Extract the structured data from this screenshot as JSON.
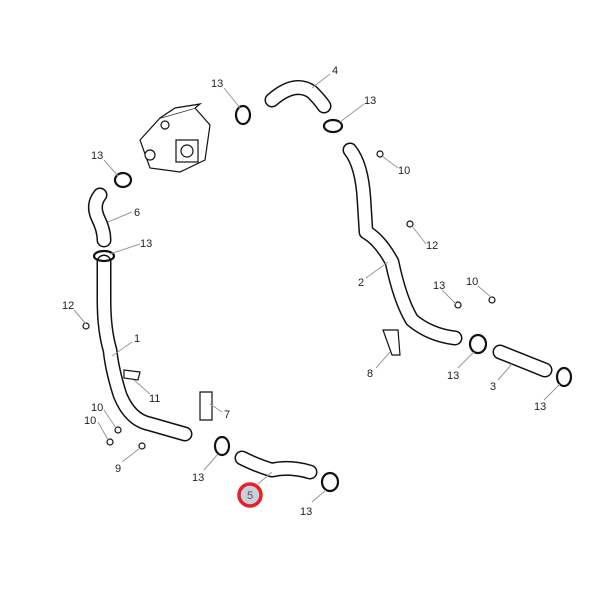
{
  "diagram": {
    "title": "Coolant hose assembly exploded view",
    "highlight_color": "#e8202a",
    "highlight_fill": "#c8d0dc",
    "highlighted_part": "5",
    "labels": [
      "13",
      "4",
      "13",
      "10",
      "13",
      "6",
      "13",
      "12",
      "2",
      "12",
      "13",
      "10",
      "1",
      "8",
      "13",
      "3",
      "11",
      "13",
      "10",
      "7",
      "10",
      "13",
      "9",
      "13",
      "5"
    ]
  }
}
